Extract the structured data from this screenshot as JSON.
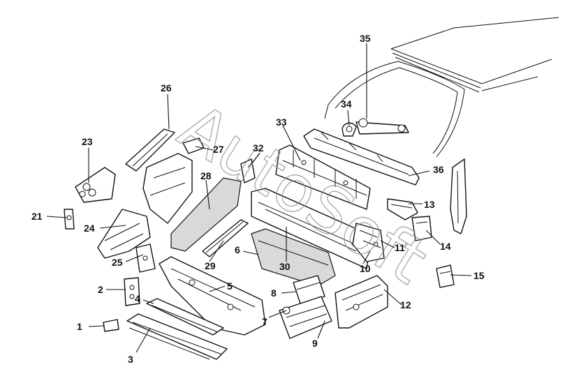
{
  "diagram": {
    "type": "exploded-parts-diagram",
    "line_color": "#111111",
    "background": "#ffffff",
    "watermark": "AutoSoft",
    "callouts": [
      "1",
      "2",
      "3",
      "4",
      "5",
      "6",
      "7",
      "8",
      "9",
      "10",
      "11",
      "12",
      "13",
      "14",
      "15",
      "21",
      "23",
      "24",
      "25",
      "26",
      "27",
      "28",
      "29",
      "30",
      "32",
      "33",
      "34",
      "35",
      "36"
    ]
  }
}
